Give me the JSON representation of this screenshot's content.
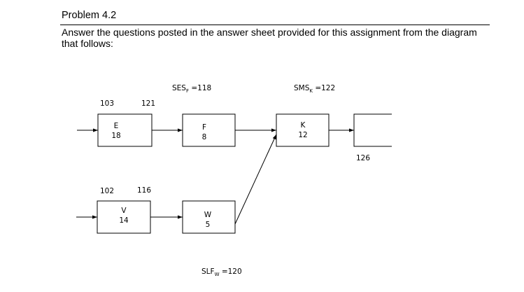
{
  "heading": {
    "title": "Problem 4.2",
    "instructions": "Answer the questions posted in the answer sheet provided for this assignment from the diagram that follows:"
  },
  "diagram": {
    "nodes": {
      "E": {
        "letter": "E",
        "value": "18"
      },
      "F": {
        "letter": "F",
        "value": "8"
      },
      "K": {
        "letter": "K",
        "value": "12"
      },
      "V": {
        "letter": "V",
        "value": "14"
      },
      "W": {
        "letter": "W",
        "value": "5"
      },
      "end": {
        "letter": "",
        "value": ""
      }
    },
    "labels": {
      "e_start": "103",
      "e_finish": "121",
      "end_time": "126",
      "v_start": "102",
      "v_finish": "116"
    },
    "annotations": {
      "ses": {
        "main": "SES",
        "sub": "F",
        "rest": " =118"
      },
      "sms": {
        "main": "SMS",
        "sub": "K",
        "rest": " =122"
      },
      "slf": {
        "main": "SLF",
        "sub": "W",
        "rest": " =120"
      }
    }
  }
}
